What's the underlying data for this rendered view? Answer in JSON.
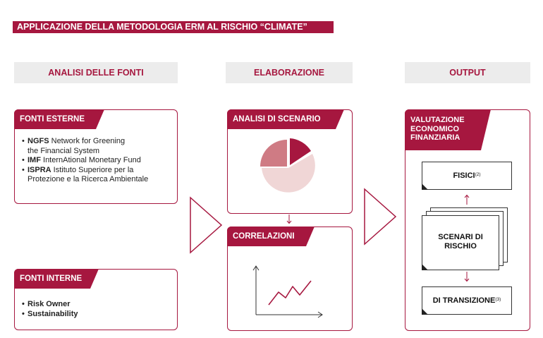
{
  "title": "APPLICAZIONE DELLA METODOLOGIA ERM AL RISCHIO “CLIMATE”",
  "columns": {
    "fonti": "ANALISI DELLE FONTI",
    "elaborazione": "ELABORAZIONE",
    "output": "OUTPUT"
  },
  "fonti_esterne": {
    "title": "FONTI ESTERNE",
    "items": [
      {
        "abbr": "NGFS",
        "line1": " Network for Greening",
        "line2": "the Financial System"
      },
      {
        "abbr": "IMF",
        "line1": " InternAtional Monetary Fund",
        "line2": ""
      },
      {
        "abbr": "ISPRA",
        "line1": " Istituto Superiore per la",
        "line2": "Protezione e la Ricerca Ambientale"
      }
    ]
  },
  "fonti_interne": {
    "title": "FONTI INTERNE",
    "items": [
      "Risk Owner",
      "Sustainability"
    ]
  },
  "analisi_scenario": {
    "title": "ANALISI DI SCENARIO",
    "colors": {
      "dark": "#a6173f",
      "mid": "#cf7b84",
      "light": "#f0d6d6"
    }
  },
  "correlazioni": {
    "title": "CORRELAZIONI"
  },
  "output": {
    "title_lines": [
      "VALUTAZIONE",
      "ECONOMICO",
      "FINANZIARIA"
    ],
    "fisici": {
      "label": "FISICI",
      "note": "(2)"
    },
    "scenari": {
      "line1": "SCENARI DI",
      "line2": "RISCHIO"
    },
    "transizione": {
      "label": "DI TRANSIZIONE",
      "note": "(3)"
    }
  },
  "colors": {
    "accent": "#a6173f",
    "header_bg": "#ececec"
  }
}
